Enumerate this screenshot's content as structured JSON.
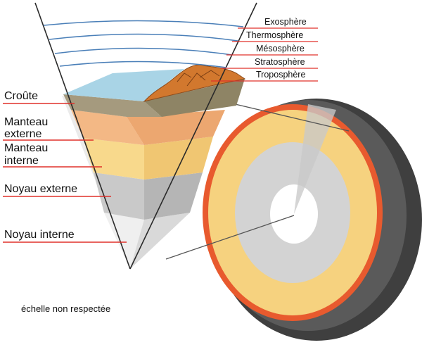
{
  "earth_layers": {
    "crust": "Croûte",
    "outer_mantle": [
      "Manteau",
      "externe"
    ],
    "inner_mantle": [
      "Manteau",
      "interne"
    ],
    "outer_core": "Noyau externe",
    "inner_core": "Noyau interne"
  },
  "atmosphere_layers": {
    "exosphere": "Exosphère",
    "thermosphere": "Thermosphère",
    "mesosphere": "Mésosphère",
    "stratosphere": "Stratosphère",
    "troposphere": "Troposphère"
  },
  "note": "échelle non respectée",
  "colors": {
    "label_line": "#e0302a",
    "arc": "#4a7fb8",
    "ocean": "#a9d4e6",
    "crust": "#a59a7e",
    "outer_mantle": "#f3b885",
    "inner_mantle": "#f7da8e",
    "outer_core": "#c8c8c8",
    "inner_core": "#ebebeb",
    "mountain": "#d2782e",
    "sphere_shell": "#4a4a4a",
    "sphere_crust": "#e85a2e",
    "sphere_mantle": "#f6d27f"
  }
}
